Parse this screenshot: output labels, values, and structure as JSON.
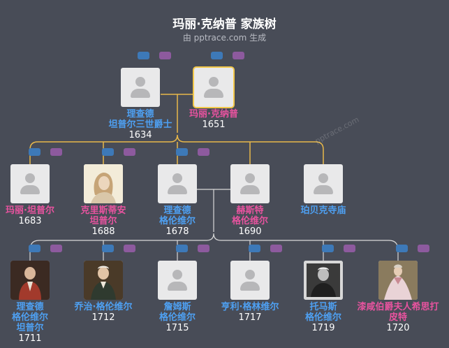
{
  "header": {
    "title": "玛丽·克纳普 家族树",
    "subtitle": "由 pptrace.com 生成",
    "watermark": "pptrace.com"
  },
  "colors": {
    "background": "#484c57",
    "male": "#4ea0f2",
    "female": "#e8539f",
    "line_main": "#e8b84a",
    "line_child": "#d9d9d9",
    "selected_border": "#f3c84a"
  },
  "persons": {
    "p1": {
      "name_lines": [
        "理查德",
        "坦普尔三世爵士"
      ],
      "year": "1634",
      "gender": "male",
      "photo": "placeholder"
    },
    "p2": {
      "name_lines": [
        "玛丽·克纳普"
      ],
      "year": "1651",
      "gender": "female",
      "photo": "placeholder",
      "selected": true
    },
    "c1": {
      "name_lines": [
        "玛丽·坦普尔"
      ],
      "year": "1683",
      "gender": "female",
      "photo": "placeholder"
    },
    "c2": {
      "name_lines": [
        "克里斯蒂安",
        "坦普尔"
      ],
      "year": "1688",
      "gender": "female",
      "photo": "portrait-sketch"
    },
    "c3": {
      "name_lines": [
        "理查德",
        "格伦维尔"
      ],
      "year": "1678",
      "gender": "male",
      "photo": "placeholder"
    },
    "c4": {
      "name_lines": [
        "赫斯特",
        "格伦维尔"
      ],
      "year": "1690",
      "gender": "female",
      "photo": "placeholder"
    },
    "c5": {
      "name_lines": [
        "珀贝克寺庙"
      ],
      "year": "",
      "gender": "male",
      "photo": "placeholder"
    },
    "g1": {
      "name_lines": [
        "理查德",
        "格伦维尔",
        "坦普尔"
      ],
      "year": "1711",
      "gender": "male",
      "photo": "portrait-red"
    },
    "g2": {
      "name_lines": [
        "乔治·格伦维尔"
      ],
      "year": "1712",
      "gender": "male",
      "photo": "portrait-oil"
    },
    "g3": {
      "name_lines": [
        "詹姆斯",
        "格伦维尔"
      ],
      "year": "1715",
      "gender": "male",
      "photo": "placeholder"
    },
    "g4": {
      "name_lines": [
        "亨利·格林维尔"
      ],
      "year": "1717",
      "gender": "male",
      "photo": "placeholder"
    },
    "g5": {
      "name_lines": [
        "托马斯",
        "格伦维尔"
      ],
      "year": "1719",
      "gender": "male",
      "photo": "portrait-engraving"
    },
    "g6": {
      "name_lines": [
        "漆咸伯爵夫人希思打",
        "皮特"
      ],
      "year": "1720",
      "gender": "female",
      "photo": "portrait-gown"
    }
  }
}
